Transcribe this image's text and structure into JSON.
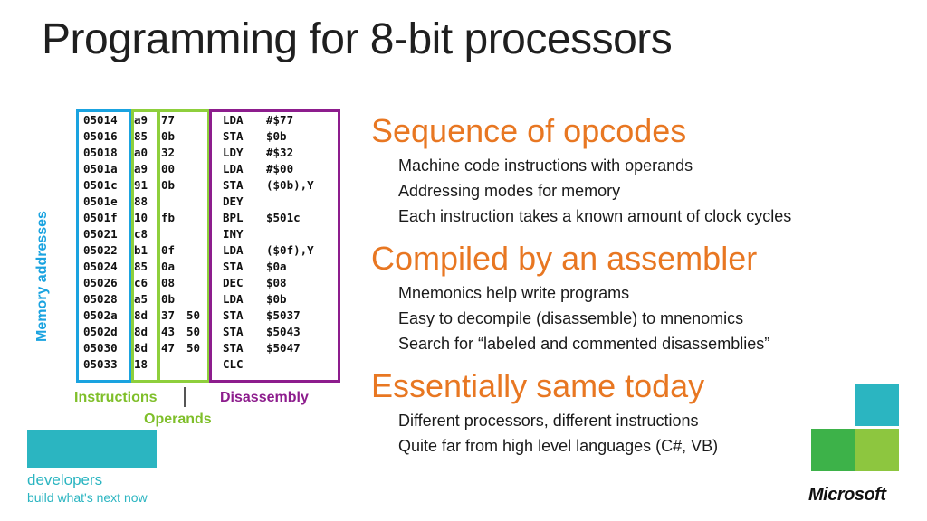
{
  "title": "Programming for 8-bit processors",
  "code": {
    "rows": [
      {
        "addr": "05014",
        "op": "a9",
        "opr1": "77",
        "opr2": "",
        "mn": "LDA",
        "arg": "#$77"
      },
      {
        "addr": "05016",
        "op": "85",
        "opr1": "0b",
        "opr2": "",
        "mn": "STA",
        "arg": "$0b"
      },
      {
        "addr": "05018",
        "op": "a0",
        "opr1": "32",
        "opr2": "",
        "mn": "LDY",
        "arg": "#$32"
      },
      {
        "addr": "0501a",
        "op": "a9",
        "opr1": "00",
        "opr2": "",
        "mn": "LDA",
        "arg": "#$00"
      },
      {
        "addr": "0501c",
        "op": "91",
        "opr1": "0b",
        "opr2": "",
        "mn": "STA",
        "arg": "($0b),Y"
      },
      {
        "addr": "0501e",
        "op": "88",
        "opr1": "",
        "opr2": "",
        "mn": "DEY",
        "arg": ""
      },
      {
        "addr": "0501f",
        "op": "10",
        "opr1": "fb",
        "opr2": "",
        "mn": "BPL",
        "arg": "$501c"
      },
      {
        "addr": "05021",
        "op": "c8",
        "opr1": "",
        "opr2": "",
        "mn": "INY",
        "arg": ""
      },
      {
        "addr": "05022",
        "op": "b1",
        "opr1": "0f",
        "opr2": "",
        "mn": "LDA",
        "arg": "($0f),Y"
      },
      {
        "addr": "05024",
        "op": "85",
        "opr1": "0a",
        "opr2": "",
        "mn": "STA",
        "arg": "$0a"
      },
      {
        "addr": "05026",
        "op": "c6",
        "opr1": "08",
        "opr2": "",
        "mn": "DEC",
        "arg": "$08"
      },
      {
        "addr": "05028",
        "op": "a5",
        "opr1": "0b",
        "opr2": "",
        "mn": "LDA",
        "arg": "$0b"
      },
      {
        "addr": "0502a",
        "op": "8d",
        "opr1": "37",
        "opr2": "50",
        "mn": "STA",
        "arg": "$5037"
      },
      {
        "addr": "0502d",
        "op": "8d",
        "opr1": "43",
        "opr2": "50",
        "mn": "STA",
        "arg": "$5043"
      },
      {
        "addr": "05030",
        "op": "8d",
        "opr1": "47",
        "opr2": "50",
        "mn": "STA",
        "arg": "$5047"
      },
      {
        "addr": "05033",
        "op": "18",
        "opr1": "",
        "opr2": "",
        "mn": "CLC",
        "arg": ""
      }
    ]
  },
  "labels": {
    "memory": "Memory addresses",
    "instructions": "Instructions",
    "operands": "Operands",
    "disassembly": "Disassembly"
  },
  "sections": [
    {
      "heading": "Sequence of opcodes",
      "bullets": [
        "Machine code instructions with operands",
        "Addressing modes for memory",
        "Each instruction takes a known amount of clock cycles"
      ]
    },
    {
      "heading": "Compiled by an assembler",
      "bullets": [
        "Mnemonics help write programs",
        "Easy to decompile (disassemble) to mnenomics",
        "Search for “labeled and commented disassemblies”"
      ]
    },
    {
      "heading": "Essentially same today",
      "bullets": [
        "Different processors, different instructions",
        "Quite far from high level languages (C#, VB)"
      ]
    }
  ],
  "branding": {
    "developers": "developers",
    "tagline": "build what's next now",
    "company": "Microsoft"
  },
  "colors": {
    "memory": "#1aa3e0",
    "instructions": "#8ecf3c",
    "disassembly": "#8d1d8d",
    "heading": "#e87722",
    "brand_teal": "#2bb5c1"
  }
}
